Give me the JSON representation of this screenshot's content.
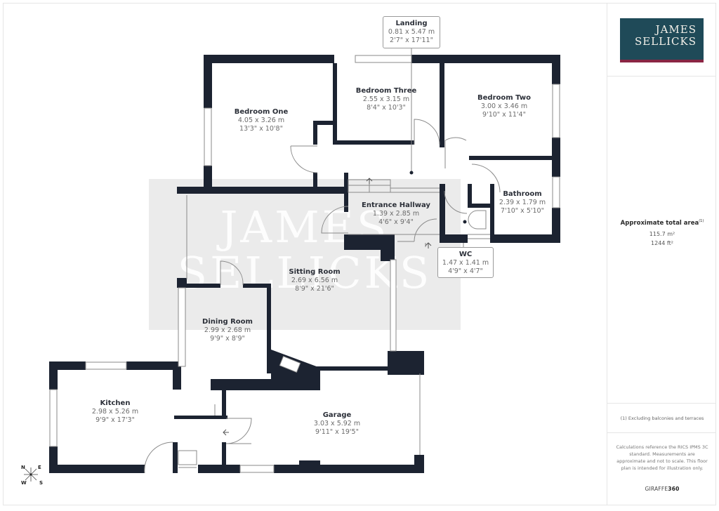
{
  "brand": {
    "line1": "JAMES",
    "line2": "SELLICKS",
    "bg_color": "#1f4a58",
    "accent_color": "#8a2544",
    "watermark_line1": "JAMES",
    "watermark_line2": "SELLICKS"
  },
  "summary": {
    "title": "Approximate total area",
    "footnote_marker": "(1)",
    "area_m2": "115.7 m²",
    "area_ft2": "1244 ft²",
    "footnote": "(1) Excluding balconies and terraces",
    "disclaimer": "Calculations reference the RICS IPMS 3C standard. Measurements are approximate and not to scale. This floor plan is intended for illustration only.",
    "provider_prefix": "GIRAFFE",
    "provider_suffix": "360"
  },
  "compass": {
    "n": "N",
    "e": "E",
    "w": "W",
    "s": "S"
  },
  "rooms": [
    {
      "name": "Bedroom One",
      "metric": "4.05 x 3.26 m",
      "imperial": "13'3\" x 10'8\""
    },
    {
      "name": "Bedroom Three",
      "metric": "2.55 x 3.15 m",
      "imperial": "8'4\" x 10'3\""
    },
    {
      "name": "Bedroom Two",
      "metric": "3.00 x 3.46 m",
      "imperial": "9'10\" x 11'4\""
    },
    {
      "name": "Landing",
      "metric": "0.81 x 5.47 m",
      "imperial": "2'7\" x 17'11\""
    },
    {
      "name": "Entrance Hallway",
      "metric": "1.39 x 2.85 m",
      "imperial": "4'6\" x 9'4\""
    },
    {
      "name": "Bathroom",
      "metric": "2.39 x 1.79 m",
      "imperial": "7'10\" x 5'10\""
    },
    {
      "name": "WC",
      "metric": "1.47 x 1.41 m",
      "imperial": "4'9\" x 4'7\""
    },
    {
      "name": "Sitting Room",
      "metric": "2.69 x 6.56 m",
      "imperial": "8'9\" x 21'6\""
    },
    {
      "name": "Dining Room",
      "metric": "2.99 x 2.68 m",
      "imperial": "9'9\" x 8'9\""
    },
    {
      "name": "Kitchen",
      "metric": "2.98 x 5.26 m",
      "imperial": "9'9\" x 17'3\""
    },
    {
      "name": "Garage",
      "metric": "3.03 x 5.92 m",
      "imperial": "9'11\" x 19'5\""
    }
  ],
  "colors": {
    "wall": "#1c2331",
    "watermark_band": "#e9e9e9",
    "label": "#2b2f38",
    "dim": "#6b6b6b"
  }
}
